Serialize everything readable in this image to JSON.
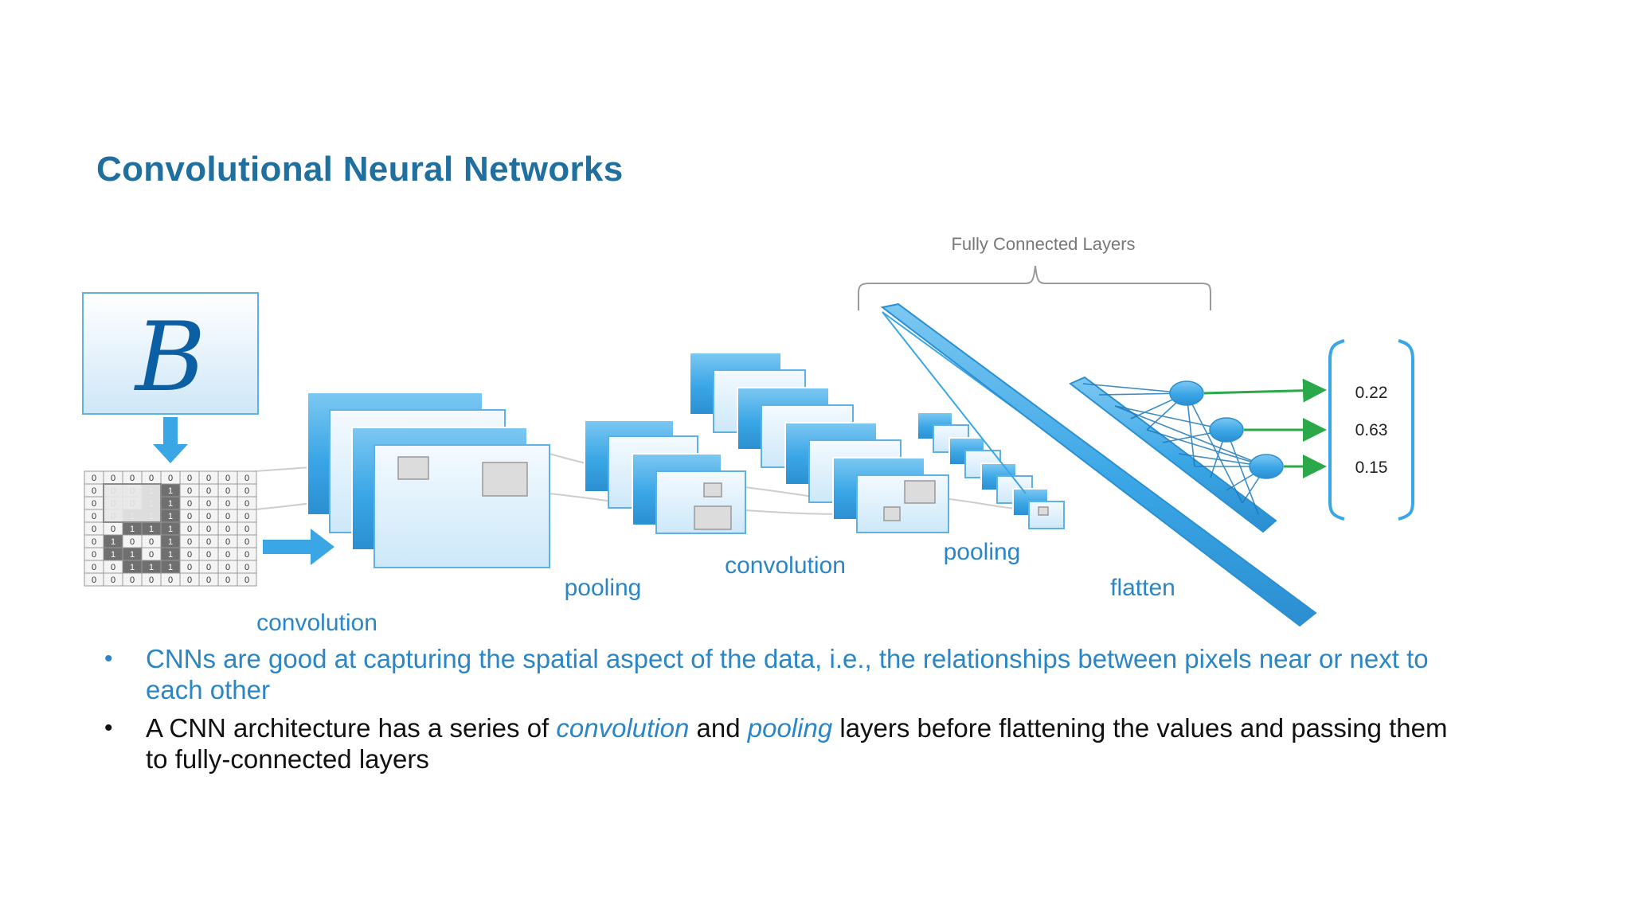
{
  "slide": {
    "title": "Convolutional Neural Networks"
  },
  "diagram": {
    "input_letter": "B",
    "grid_values": [
      [
        "0",
        "0",
        "0",
        "0",
        "0",
        "0",
        "0",
        "0",
        "0"
      ],
      [
        "0",
        "0",
        "0",
        "1",
        "1",
        "0",
        "0",
        "0",
        "0"
      ],
      [
        "0",
        "0",
        "0",
        "1",
        "1",
        "0",
        "0",
        "0",
        "0"
      ],
      [
        "0",
        "0",
        "1",
        "1",
        "1",
        "0",
        "0",
        "0",
        "0"
      ],
      [
        "0",
        "0",
        "1",
        "1",
        "1",
        "0",
        "0",
        "0",
        "0"
      ],
      [
        "0",
        "1",
        "0",
        "0",
        "1",
        "0",
        "0",
        "0",
        "0"
      ],
      [
        "0",
        "1",
        "1",
        "0",
        "1",
        "0",
        "0",
        "0",
        "0"
      ],
      [
        "0",
        "0",
        "1",
        "1",
        "1",
        "0",
        "0",
        "0",
        "0"
      ],
      [
        "0",
        "0",
        "0",
        "0",
        "0",
        "0",
        "0",
        "0",
        "0"
      ]
    ],
    "labels": {
      "convolution_1": "convolution",
      "pooling_1": "pooling",
      "convolution_2": "convolution",
      "pooling_2": "pooling",
      "flatten": "flatten",
      "fully_connected": "Fully Connected Layers"
    },
    "outputs": [
      "0.22",
      "0.63",
      "0.15"
    ],
    "colors": {
      "blue": "#3aa6e6",
      "blue_light": "#d8eefb",
      "output_arrow": "#2aa84a"
    }
  },
  "bullets": {
    "b1": "CNNs are good at capturing the spatial aspect of the data, i.e., the relationships between pixels near or next to each other",
    "b2_a": "A CNN architecture has a series of ",
    "b2_em1": "convolution",
    "b2_b": " and ",
    "b2_em2": "pooling",
    "b2_c": " layers before flattening the values and passing them to fully-connected layers"
  }
}
